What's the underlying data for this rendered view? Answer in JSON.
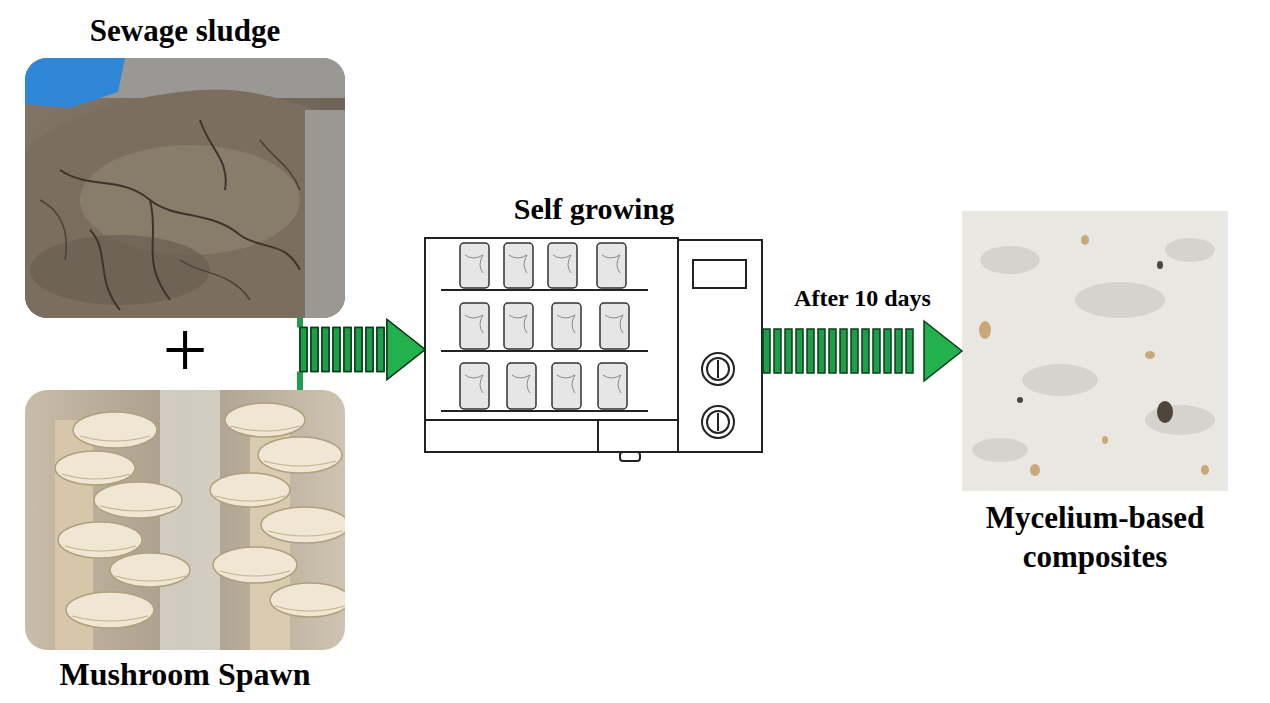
{
  "diagram": {
    "nodes": [
      {
        "text": [
          "Sewage sludge"
        ]
      },
      {
        "text": [
          "Mushroom Spawn"
        ]
      },
      {
        "text": [
          "Self growing"
        ]
      },
      {
        "text": [
          "Mycelium-based composites"
        ]
      }
    ],
    "edges": [
      {
        "from": 0,
        "to": 2,
        "arrow": "to"
      },
      {
        "from": 1,
        "to": 2,
        "arrow": "to"
      },
      {
        "from": 2,
        "to": 3,
        "arrow": "to",
        "label": "After 10 days"
      }
    ],
    "labels": [
      "+"
    ]
  }
}
